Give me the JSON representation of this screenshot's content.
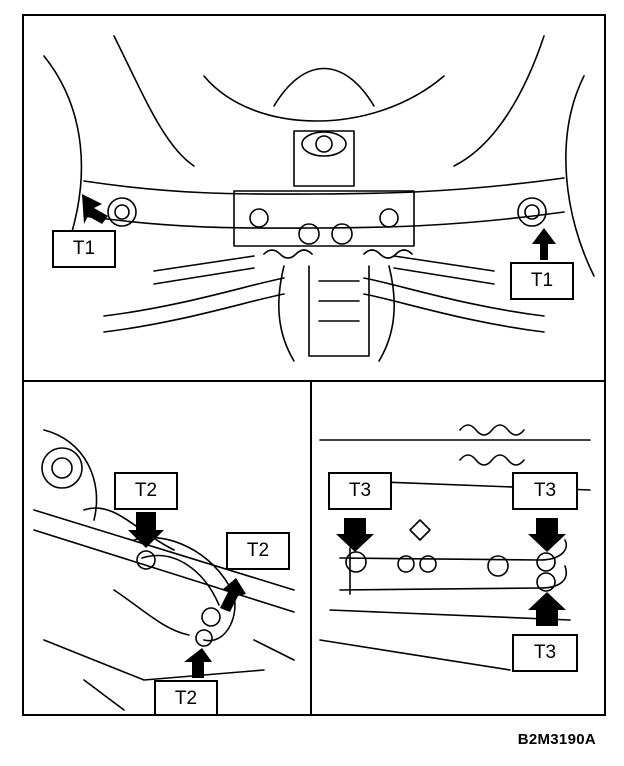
{
  "labels": {
    "t1": "T1",
    "t2": "T2",
    "t3": "T3"
  },
  "figure_code": "B2M3190A",
  "colors": {
    "ink": "#000000",
    "paper": "#ffffff"
  }
}
